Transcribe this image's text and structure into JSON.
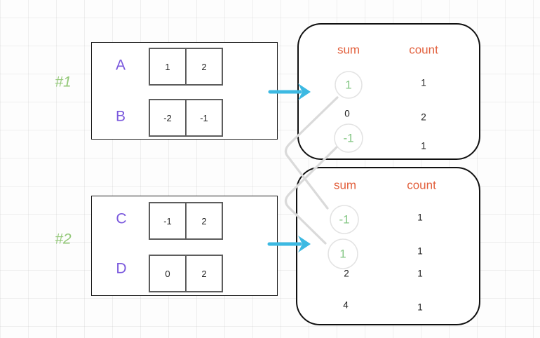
{
  "colors": {
    "purple": "#7a58dd",
    "green": "#85c785",
    "orange_header": "#e2603d",
    "arrow_blue": "#3cb9e2",
    "connector_gray": "#dadada"
  },
  "groups": [
    {
      "tag": "#1",
      "arrays": [
        {
          "name": "A",
          "cells": [
            "1",
            "2"
          ]
        },
        {
          "name": "B",
          "cells": [
            "-2",
            "-1"
          ]
        }
      ],
      "result": {
        "headers": {
          "sum": "sum",
          "count": "count"
        },
        "rows": [
          {
            "sum": "1",
            "count": "1",
            "highlighted": true
          },
          {
            "sum": "0",
            "count": "2",
            "highlighted": false
          },
          {
            "sum": "-1",
            "count": "1",
            "highlighted": true
          }
        ]
      }
    },
    {
      "tag": "#2",
      "arrays": [
        {
          "name": "C",
          "cells": [
            "-1",
            "2"
          ]
        },
        {
          "name": "D",
          "cells": [
            "0",
            "2"
          ]
        }
      ],
      "result": {
        "headers": {
          "sum": "sum",
          "count": "count"
        },
        "rows": [
          {
            "sum": "-1",
            "count": "1",
            "highlighted": true
          },
          {
            "sum": "1",
            "count": "1",
            "highlighted": true
          },
          {
            "sum": "2",
            "count": "1",
            "highlighted": false
          },
          {
            "sum": "4",
            "count": "1",
            "highlighted": false
          }
        ]
      }
    }
  ],
  "connections": [
    {
      "from": "group1 sum 1",
      "to": "group2 sum -1"
    },
    {
      "from": "group1 sum -1",
      "to": "group2 sum 1"
    }
  ]
}
